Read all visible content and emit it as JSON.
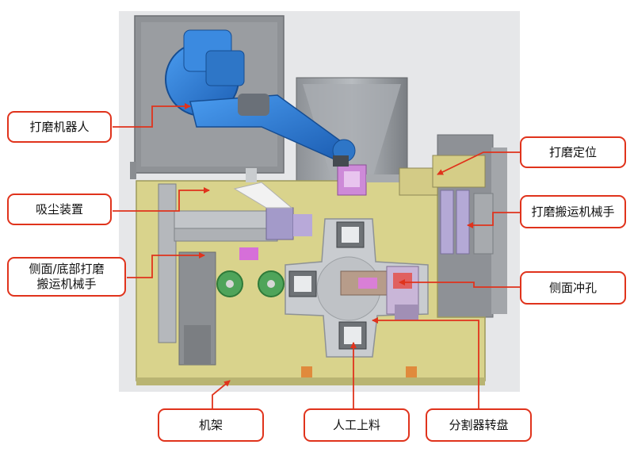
{
  "callouts": {
    "grinding_robot": "打磨机器人",
    "dust_collector": "吸尘装置",
    "side_bottom_handler_line1": "侧面/底部打磨",
    "side_bottom_handler_line2": "搬运机械手",
    "grinding_positioning": "打磨定位",
    "grinding_handler": "打磨搬运机械手",
    "side_punching": "侧面冲孔",
    "frame": "机架",
    "manual_loading": "人工上料",
    "indexer_turntable": "分割器转盘"
  },
  "colors": {
    "callout_border": "#e0331c",
    "leader_line": "#e0331c",
    "frame_body": "#d9d38c",
    "robot_blue": "#2f7fd6",
    "sheet_metal": "#9ea3a8",
    "turntable": "#c9ccd0"
  }
}
